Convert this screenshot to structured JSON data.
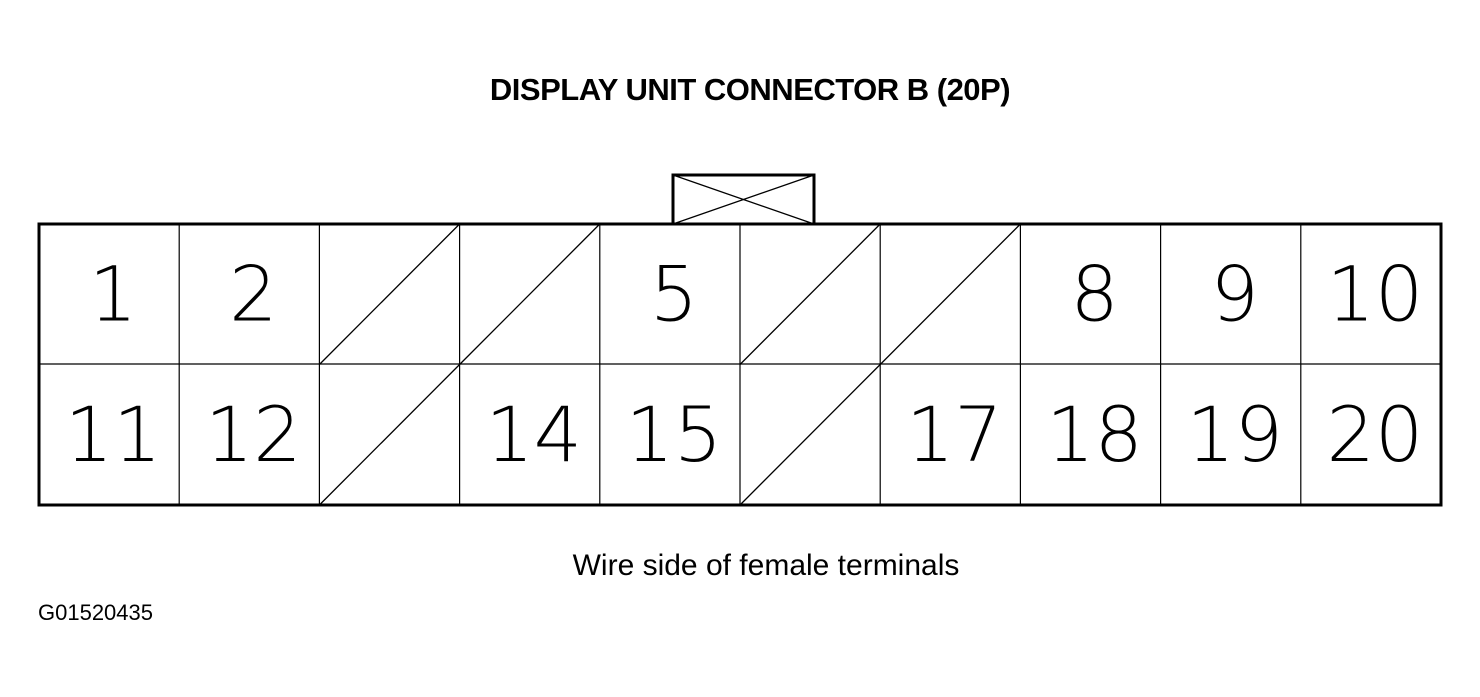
{
  "title": "DISPLAY UNIT CONNECTOR B (20P)",
  "caption": "Wire side of female terminals",
  "figure_id": "G01520435",
  "connector": {
    "columns": 10,
    "rows": 2,
    "cells": [
      {
        "label": "1",
        "empty": false
      },
      {
        "label": "2",
        "empty": false
      },
      {
        "label": "",
        "empty": true
      },
      {
        "label": "",
        "empty": true
      },
      {
        "label": "5",
        "empty": false
      },
      {
        "label": "",
        "empty": true
      },
      {
        "label": "",
        "empty": true
      },
      {
        "label": "8",
        "empty": false
      },
      {
        "label": "9",
        "empty": false
      },
      {
        "label": "10",
        "empty": false
      },
      {
        "label": "11",
        "empty": false
      },
      {
        "label": "12",
        "empty": false
      },
      {
        "label": "",
        "empty": true
      },
      {
        "label": "14",
        "empty": false
      },
      {
        "label": "15",
        "empty": false
      },
      {
        "label": "",
        "empty": true
      },
      {
        "label": "17",
        "empty": false
      },
      {
        "label": "18",
        "empty": false
      },
      {
        "label": "19",
        "empty": false
      },
      {
        "label": "20",
        "empty": false
      }
    ]
  }
}
